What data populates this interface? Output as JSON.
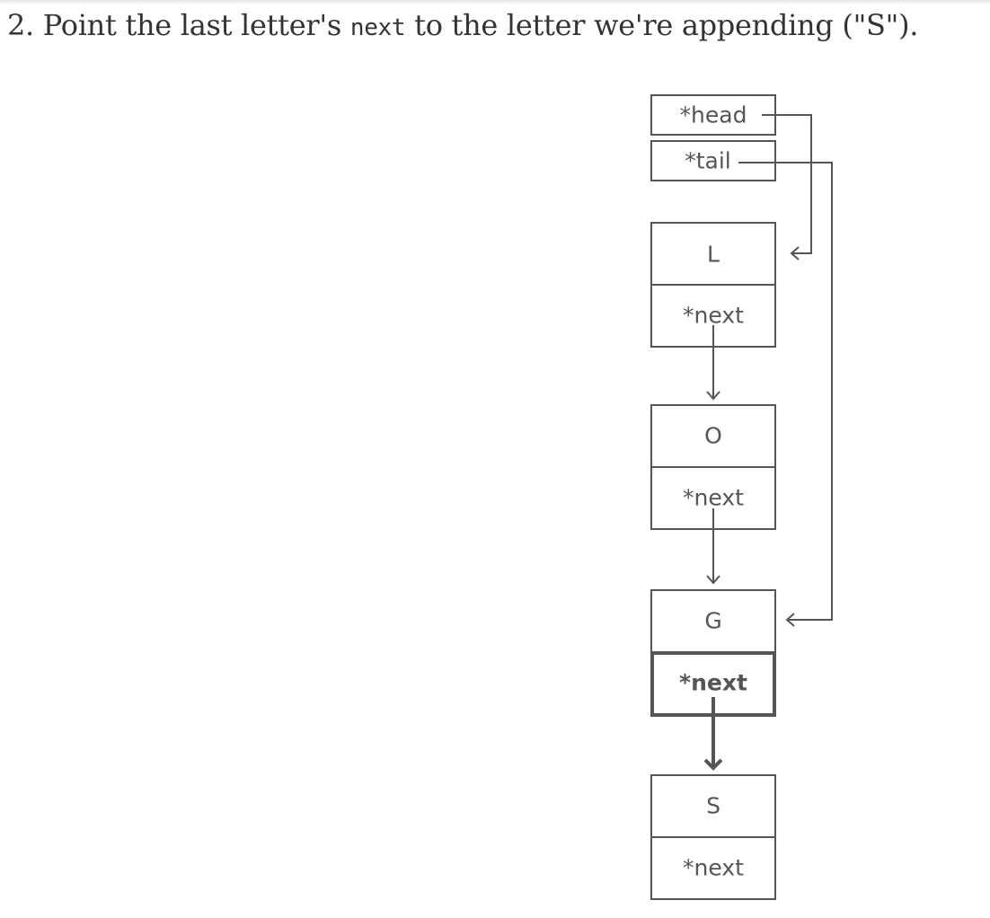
{
  "heading": {
    "before": "2. Point the last letter's ",
    "code": "next",
    "after": " to the letter we're appending (\"S\")."
  },
  "diagram": {
    "head_label": "*head",
    "tail_label": "*tail",
    "next_label": "*next",
    "nodes": [
      {
        "letter": "L",
        "next_label": "*next",
        "next_highlighted": false
      },
      {
        "letter": "O",
        "next_label": "*next",
        "next_highlighted": false
      },
      {
        "letter": "G",
        "next_label": "*next",
        "next_highlighted": true
      },
      {
        "letter": "S",
        "next_label": "*next",
        "next_highlighted": false
      }
    ],
    "stroke_color": "#555555",
    "text_color": "#333333"
  }
}
